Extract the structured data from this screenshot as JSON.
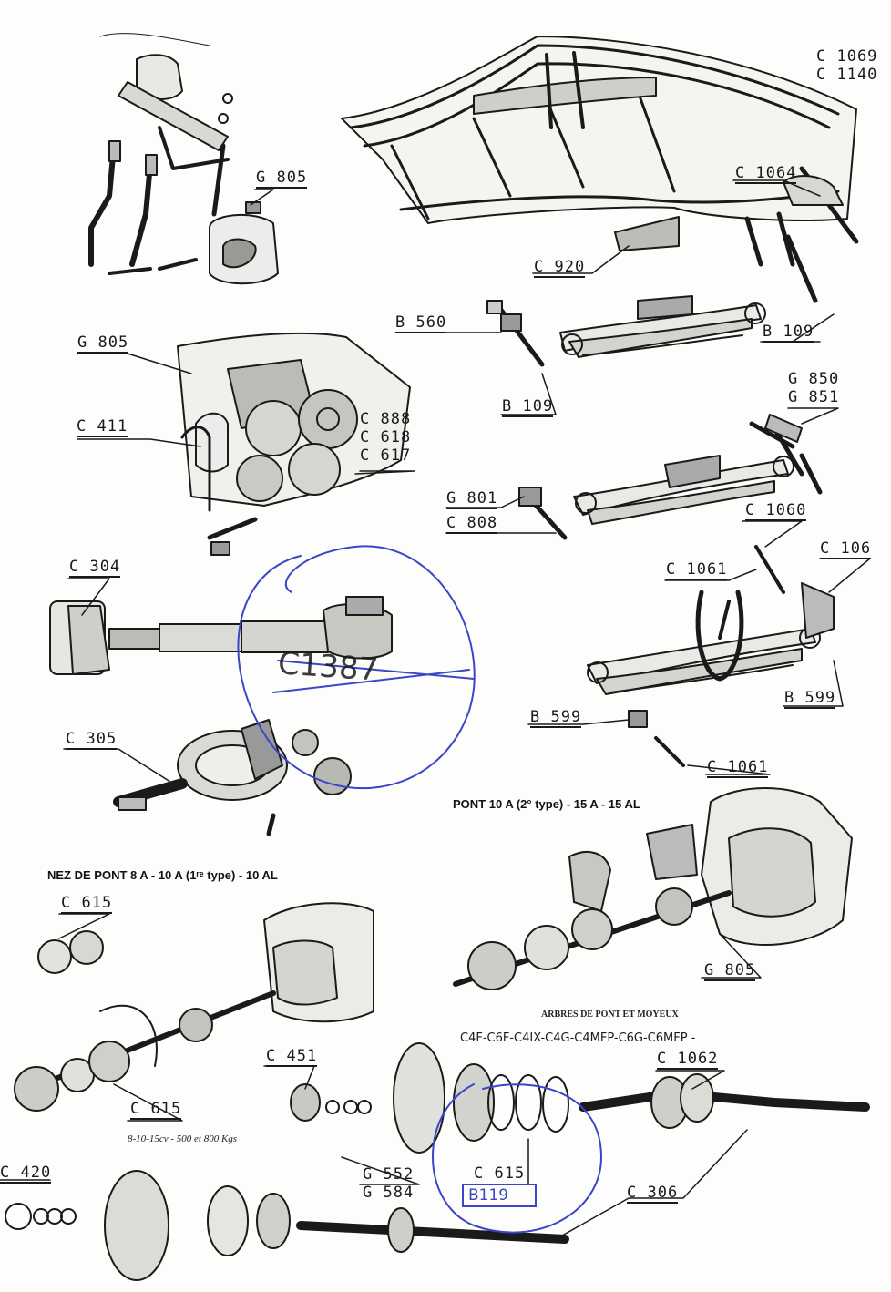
{
  "captions": {
    "pont_10a": "PONT 10 A (2° type) - 15 A - 15 AL",
    "nez_de_pont": "NEZ DE PONT 8 A - 10 A (1ʳᵉ type) - 10 AL",
    "capacity_note": "8-10-15cv - 500 et 800 Kgs",
    "arbres_title": "ARBRES DE PONT ET MOYEUX",
    "arbres_codes": "C4F-C6F-C4IX-C4G-C4MFP-C6G-C6MFP -"
  },
  "labels": {
    "c1069_c1140": "C 1069\nC 1140",
    "g805_top": "G 805",
    "c1064": "C 1064",
    "c920": "C 920",
    "b560": "B 560",
    "b109_right": "B 109",
    "g805_left": "G 805",
    "b109_mid": "B 109",
    "g850_g851": "G 850\nG 851",
    "c411": "C 411",
    "c888_c618_c617": "C 888\nC 618\nC 617",
    "g801": "G 801",
    "c808": "C 808",
    "c1060": "C 1060",
    "c304": "C 304",
    "c106": "C 106",
    "c1061_top": "C 1061",
    "b599_left": "B 599",
    "b599_right": "B 599",
    "c305": "C 305",
    "c1061_bottom": "C 1061",
    "c615_top": "C 615",
    "g805_bottom": "G 805",
    "c451": "C 451",
    "c1062": "C 1062",
    "c615_left": "C 615",
    "c420": "C 420",
    "g552_g584": "G 552\nG 584",
    "c615_mid": "C 615",
    "c306": "C 306"
  },
  "annotations": {
    "handwritten_note": "B119",
    "struck_out_code": "C1387"
  },
  "colors": {
    "ink_line": "#1a1a1a",
    "pen_blue": "#3b45c8",
    "paper": "#fdfdfb"
  }
}
